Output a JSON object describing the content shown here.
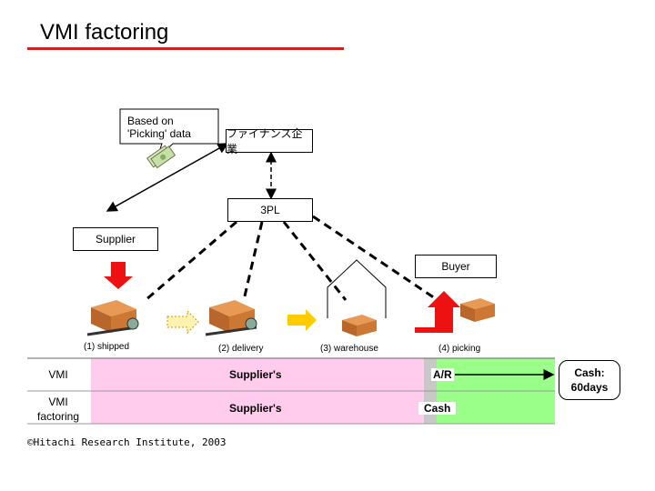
{
  "title": "VMI factoring",
  "callout": {
    "line1": "Based on",
    "line2": "'Picking' data"
  },
  "nodes": {
    "finance": "ファイナンス企業",
    "threepl": "3PL",
    "supplier": "Supplier",
    "buyer": "Buyer"
  },
  "stages": [
    "(1) shipped",
    "(2) delivery",
    "(3) warehouse",
    "(4) picking"
  ],
  "rows": [
    {
      "label": "VMI",
      "band_text": "Supplier's",
      "end_text": "A/R"
    },
    {
      "label_line1": "VMI",
      "label_line2": "factoring",
      "band_text": "Supplier's",
      "end_text": "Cash"
    }
  ],
  "cash_note": {
    "line1": "Cash:",
    "line2": "60days"
  },
  "copyright": "©Hitachi Research Institute, 2003",
  "colors": {
    "accent_red": "#cc2222",
    "arrow_red": "#ee1111",
    "band_pink": "#ffccee",
    "band_green": "#99ff88",
    "box_brown": "#cc7733",
    "arrow_yellow": "#ffcc00"
  }
}
